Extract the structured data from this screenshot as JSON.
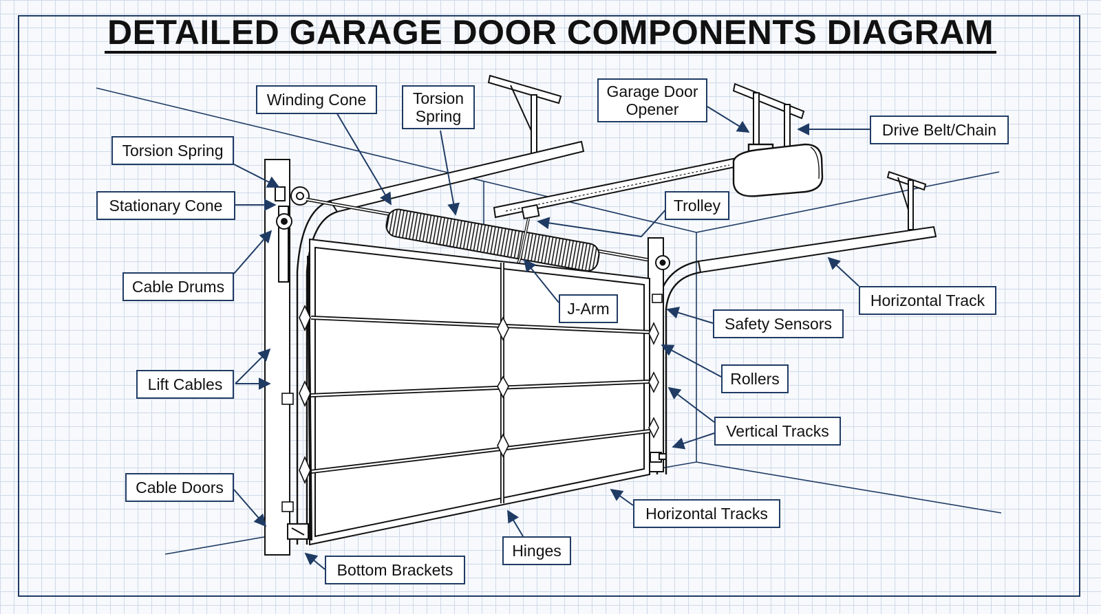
{
  "title": "DETAILED GARAGE DOOR COMPONENTS DIAGRAM",
  "colors": {
    "navy": "#1f3b64",
    "grid": "#cfd9e8",
    "ink": "#111111"
  },
  "labels": {
    "winding_cone": "Winding Cone",
    "torsion_spring_top": "Torsion Spring",
    "garage_door_opener": "Garage Door Opener",
    "drive_belt_chain": "Drive Belt/Chain",
    "torsion_spring_left": "Torsion Spring",
    "stationary_cone": "Stationary Cone",
    "trolley": "Trolley",
    "cable_drums": "Cable Drums",
    "j_arm": "J-Arm",
    "horizontal_track": "Horizontal Track",
    "safety_sensors": "Safety Sensors",
    "lift_cables": "Lift Cables",
    "rollers": "Rollers",
    "vertical_tracks": "Vertical Tracks",
    "cable_doors": "Cable Doors",
    "horizontal_tracks": "Horizontal Tracks",
    "hinges": "Hinges",
    "bottom_brackets": "Bottom Brackets"
  }
}
